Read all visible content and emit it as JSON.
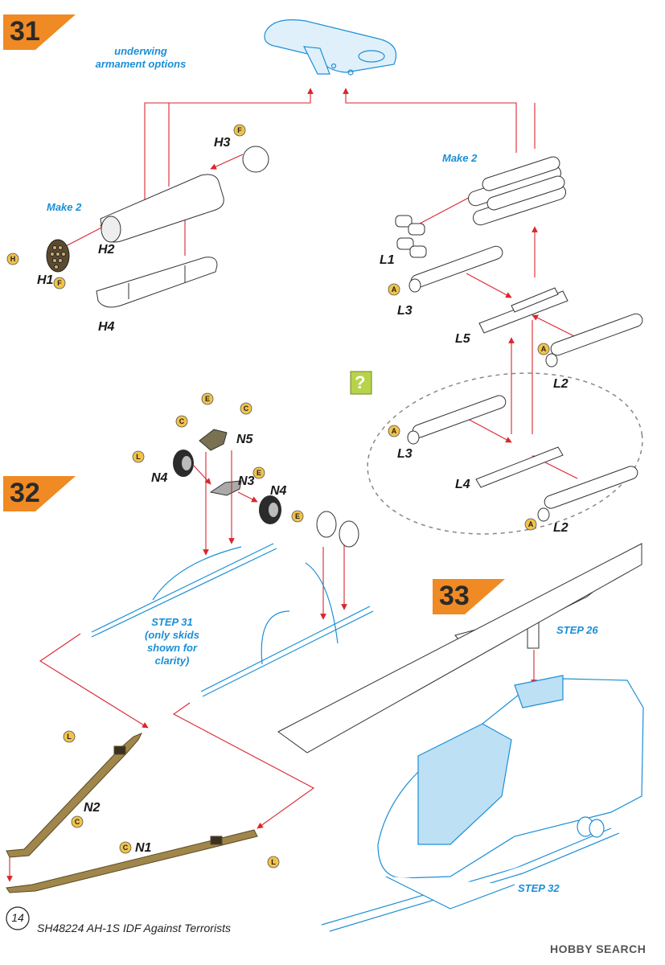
{
  "steps": {
    "s31": "31",
    "s32": "32",
    "s33": "33"
  },
  "notes": {
    "underwing": "underwing\narmament options",
    "make2_left": "Make 2",
    "make2_right": "Make 2",
    "step31_note": "STEP 31\n(only skids\nshown for\nclarity)",
    "step26": "STEP 26",
    "step32": "STEP 32"
  },
  "parts": {
    "h1": "H1",
    "h2": "H2",
    "h3": "H3",
    "h4": "H4",
    "l1": "L1",
    "l2a": "L2",
    "l2b": "L2",
    "l3a": "L3",
    "l3b": "L3",
    "l4": "L4",
    "l5": "L5",
    "n1": "N1",
    "n2": "N2",
    "n3": "N3",
    "n4a": "N4",
    "n4b": "N4",
    "n5": "N5"
  },
  "paint_codes": {
    "f1": "F",
    "f2": "F",
    "h": "H",
    "a1": "A",
    "a2": "A",
    "a3": "A",
    "a4": "A",
    "e1": "E",
    "e2": "E",
    "e3": "E",
    "c1": "C",
    "c2": "C",
    "c3": "C",
    "l1": "L",
    "l2": "L",
    "l3": "L"
  },
  "question_mark": "?",
  "page_number": "14",
  "footer": "SH48224 AH-1S IDF Against Terrorists",
  "watermark": "HOBBY SEARCH",
  "colors": {
    "accent_orange": "#f08a24",
    "line_red": "#d9262e",
    "part_blue": "#1b8fd6",
    "olive": "#a0864a",
    "paint_yellow": "#f2c34a"
  }
}
